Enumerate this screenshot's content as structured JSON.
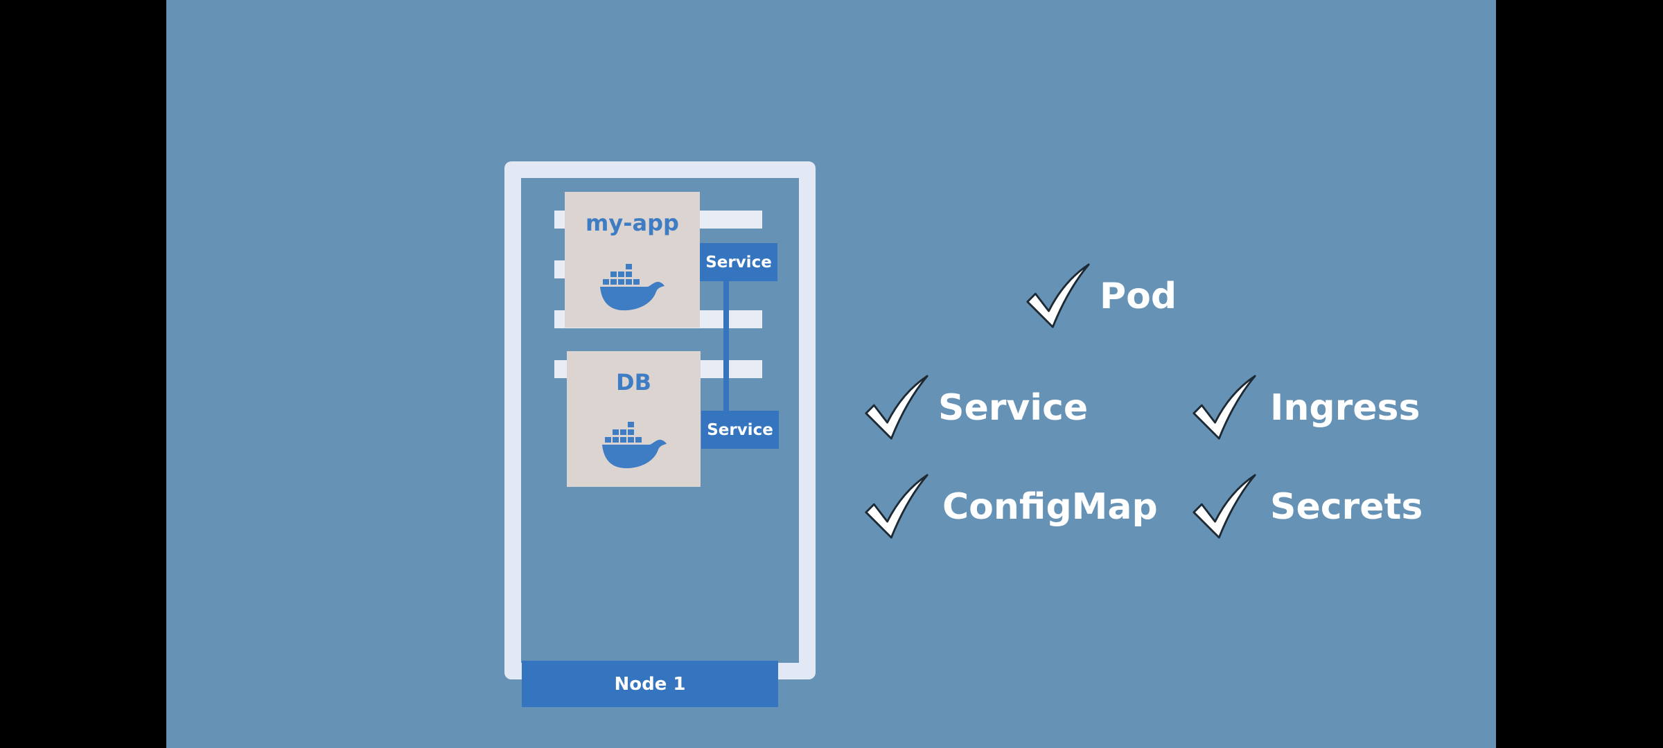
{
  "diagram": {
    "pods": [
      {
        "title": "my-app",
        "image_icon": "docker-whale-icon",
        "service_label": "Service"
      },
      {
        "title": "DB",
        "image_icon": "docker-whale-icon",
        "service_label": "Service"
      }
    ],
    "node_label": "Node 1"
  },
  "checklist": {
    "icon": "checkmark-icon",
    "items": [
      {
        "label": "Pod"
      },
      {
        "label": "Service"
      },
      {
        "label": "Ingress"
      },
      {
        "label": "ConfigMap"
      },
      {
        "label": "Secrets"
      }
    ]
  },
  "colors": {
    "slide_background": "#6692b6",
    "letterbox": "#000000",
    "node_frame": "#e3e9f4",
    "accent_blue": "#3574be",
    "pod_fill": "#dcd4d1",
    "pod_title": "#3e7cc3"
  }
}
